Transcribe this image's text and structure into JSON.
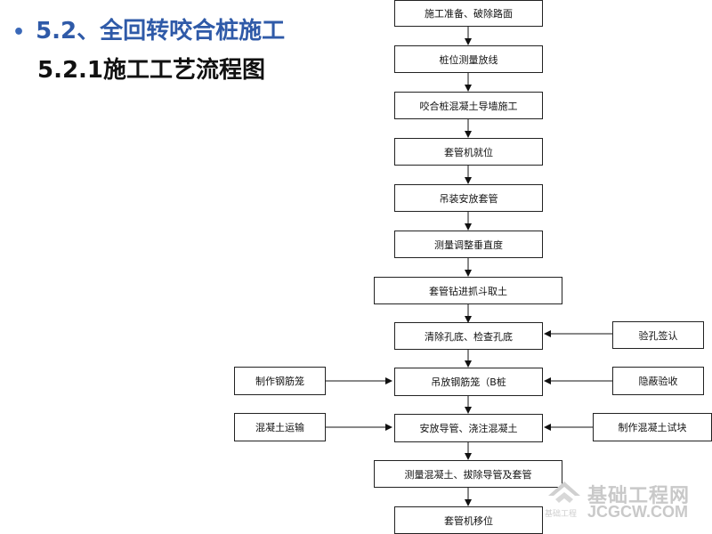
{
  "slide": {
    "bullet": "•",
    "heading": "5.2、全回转咬合桩施工",
    "subheading": "5.2.1施工工艺流程图"
  },
  "flow": {
    "main": [
      "施工准备、破除路面",
      "桩位测量放线",
      "咬合桩混凝土导墙施工",
      "套管机就位",
      "吊装安放套管",
      "测量调整垂直度",
      "套管钻进抓斗取土",
      "清除孔底、检查孔底",
      "吊放钢筋笼（B桩",
      "安放导管、浇注混凝土",
      "测量混凝土、拔除导管及套管",
      "套管机移位"
    ],
    "left": [
      "制作钢筋笼",
      "混凝土运输"
    ],
    "right": [
      "验孔签认",
      "隐蔽验收",
      "制作混凝土试块"
    ]
  },
  "watermark": {
    "title": "基础工程网",
    "subtitle": "基础工程",
    "url": "JCGCW.COM"
  }
}
